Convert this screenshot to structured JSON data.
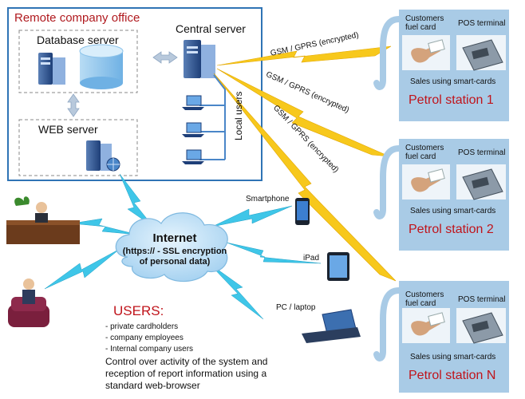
{
  "office": {
    "title": "Remote company office",
    "database_server": "Database server",
    "web_server": "WEB server",
    "central_server": "Central server",
    "local_users": "Local users"
  },
  "links": {
    "gsm_label": "GSM / GPRS (encrypted)"
  },
  "stations": [
    {
      "name": "Petrol station 1",
      "card_label": "Customers fuel card",
      "pos_label": "POS terminal",
      "sales_label": "Sales using smart-cards"
    },
    {
      "name": "Petrol station 2",
      "card_label": "Customers fuel card",
      "pos_label": "POS terminal",
      "sales_label": "Sales using smart-cards"
    },
    {
      "name": "Petrol station N",
      "card_label": "Customers fuel card",
      "pos_label": "POS terminal",
      "sales_label": "Sales using smart-cards"
    }
  ],
  "internet": {
    "title": "Internet",
    "subtitle_line1": "(https:// - SSL encryption",
    "subtitle_line2": "of personal data)"
  },
  "devices": {
    "smartphone": "Smartphone",
    "ipad": "iPad",
    "pc": "PC / laptop"
  },
  "users": {
    "title": "USERS:",
    "items": [
      "- private cardholders",
      "- company employees",
      "- Internal company users"
    ],
    "description": "Control over activity of the system and reception of report information using a standard web-browser"
  },
  "colors": {
    "office_border": "#2f74b5",
    "station_fill": "#a9cbe6",
    "lightning": "#f7c81c",
    "cloud": "#b9dcf4",
    "accent_red": "#c0141b"
  }
}
